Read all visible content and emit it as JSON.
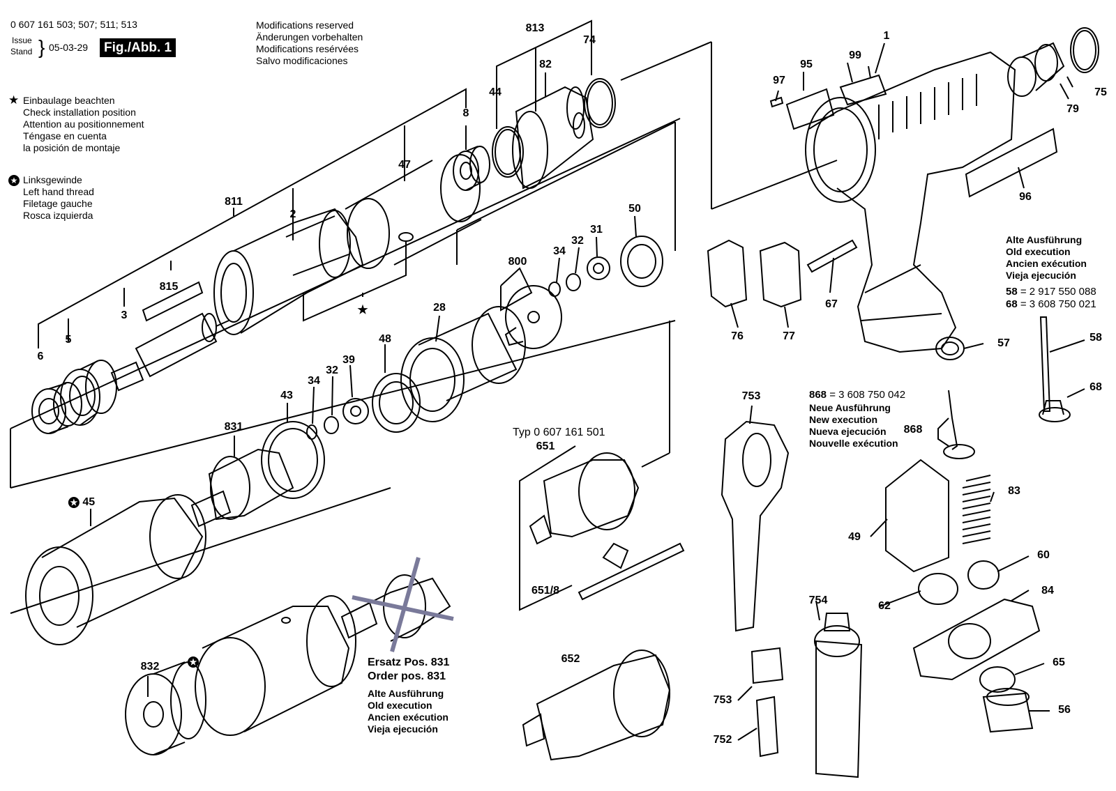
{
  "header": {
    "part_numbers": "0 607 161 503; 507; 511; 513",
    "issue_label": "Issue",
    "stand_label": "Stand",
    "issue_date": "05-03-29",
    "figure_label": "Fig./Abb. 1"
  },
  "modifications": [
    "Modifications reserved",
    "Änderungen vorbehalten",
    "Modifications resérvées",
    "Salvo modificaciones"
  ],
  "install_note": [
    "Einbaulage beachten",
    "Check installation position",
    "Attention au positionnement",
    "Téngase en cuenta",
    "la posición de montaje"
  ],
  "thread_note": [
    "Linksgewinde",
    "Left hand thread",
    "Filetage gauche",
    "Rosca izquierda"
  ],
  "old_execution_right": {
    "lines": [
      "Alte Ausführung",
      "Old execution",
      "Ancien exécution",
      "Vieja ejecución"
    ],
    "parts": [
      {
        "pos": "58",
        "number": "= 2 917 550 088"
      },
      {
        "pos": "68",
        "number": "= 3 608 750 021"
      }
    ]
  },
  "new_execution": {
    "pos": "868",
    "number": "= 3 608 750 042",
    "lines": [
      "Neue Ausführung",
      "New execution",
      "Nueva ejecución",
      "Nouvelle exécution"
    ]
  },
  "replacement": {
    "lines": [
      "Ersatz Pos. 831",
      "Order pos. 831"
    ],
    "old_lines": [
      "Alte Ausführung",
      "Old execution",
      "Ancien exécution",
      "Vieja ejecución"
    ]
  },
  "typ_label": "Typ 0 607 161 501",
  "part_labels": {
    "p813": "813",
    "p74": "74",
    "p82": "82",
    "p44": "44",
    "p8": "8",
    "p47": "47",
    "p811": "811",
    "p2": "2",
    "p815": "815",
    "p3": "3",
    "p5": "5",
    "p6": "6",
    "p50": "50",
    "p31": "31",
    "p32a": "32",
    "p34a": "34",
    "p800": "800",
    "p28": "28",
    "p48": "48",
    "p39": "39",
    "p32b": "32",
    "p34b": "34",
    "p43": "43",
    "p831": "831",
    "p45": "45",
    "p832": "832",
    "p651": "651",
    "p6518": "651/8",
    "p652": "652",
    "p1": "1",
    "p99": "99",
    "p95": "95",
    "p97": "97",
    "p79": "79",
    "p75": "75",
    "p96": "96",
    "p76": "76",
    "p77": "77",
    "p67": "67",
    "p57": "57",
    "p58": "58",
    "p68": "68",
    "p868": "868",
    "p753a": "753",
    "p83": "83",
    "p49": "49",
    "p60": "60",
    "p62": "62",
    "p84": "84",
    "p754": "754",
    "p65": "65",
    "p56": "56",
    "p753b": "753",
    "p752": "752"
  }
}
